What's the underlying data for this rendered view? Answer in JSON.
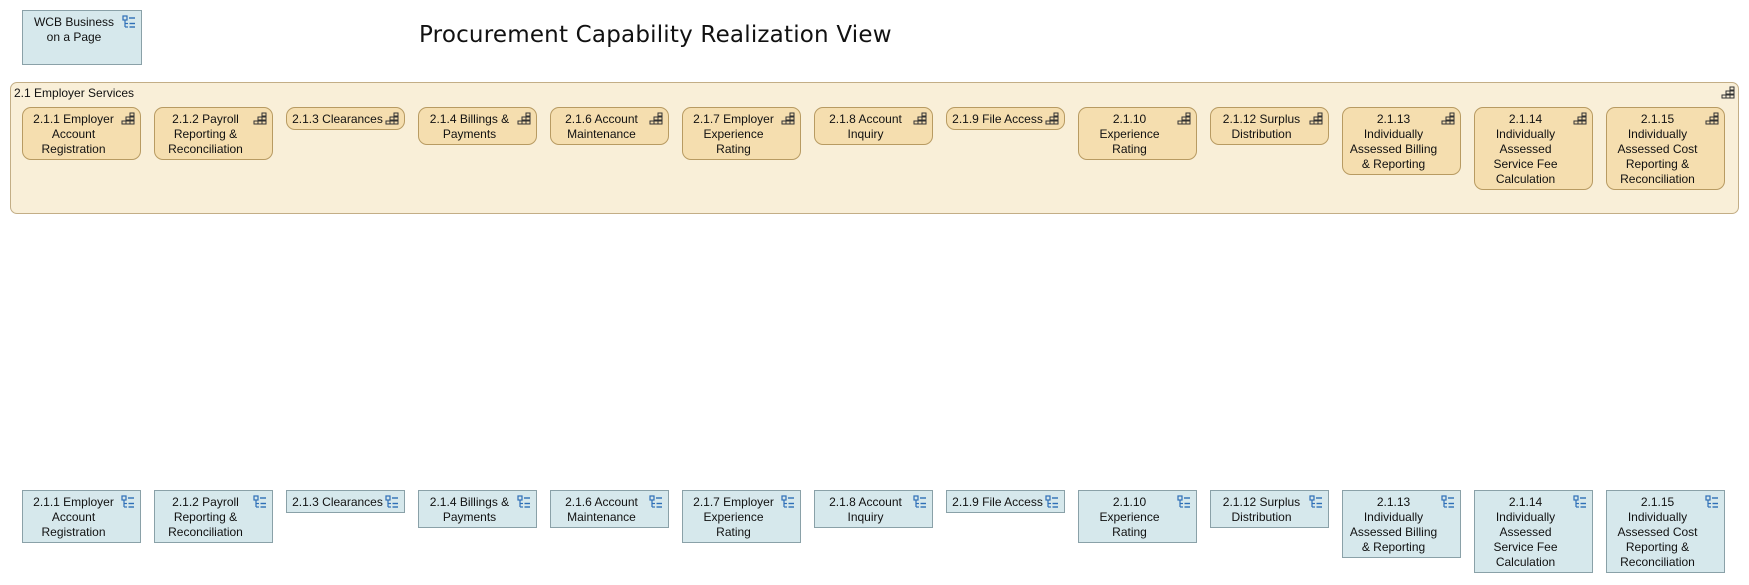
{
  "title": "Procurement Capability Realization View",
  "page_link": {
    "label": "WCB Business on a Page",
    "icon": "process-icon"
  },
  "group": {
    "label": "2.1 Employer Services",
    "icon": "capability-icon"
  },
  "capabilities": [
    {
      "label": "2.1.1 Employer Account Registration",
      "icon": "capability-icon"
    },
    {
      "label": "2.1.2 Payroll Reporting & Reconciliation",
      "icon": "capability-icon"
    },
    {
      "label": "2.1.3 Clearances",
      "icon": "capability-icon"
    },
    {
      "label": "2.1.4 Billings & Payments",
      "icon": "capability-icon"
    },
    {
      "label": "2.1.6 Account Maintenance",
      "icon": "capability-icon"
    },
    {
      "label": "2.1.7 Employer Experience Rating",
      "icon": "capability-icon"
    },
    {
      "label": "2.1.8 Account Inquiry",
      "icon": "capability-icon"
    },
    {
      "label": "2.1.9 File Access",
      "icon": "capability-icon"
    },
    {
      "label": "2.1.10 Experience Rating",
      "icon": "capability-icon"
    },
    {
      "label": "2.1.12 Surplus Distribution",
      "icon": "capability-icon"
    },
    {
      "label": "2.1.13 Individually Assessed Billing & Reporting",
      "icon": "capability-icon"
    },
    {
      "label": "2.1.14 Individually Assessed Service Fee Calculation",
      "icon": "capability-icon"
    },
    {
      "label": "2.1.15 Individually Assessed Cost Reporting & Reconciliation",
      "icon": "capability-icon"
    }
  ],
  "processes": [
    {
      "label": "2.1.1 Employer Account Registration",
      "icon": "process-icon"
    },
    {
      "label": "2.1.2 Payroll Reporting & Reconciliation",
      "icon": "process-icon"
    },
    {
      "label": "2.1.3 Clearances",
      "icon": "process-icon"
    },
    {
      "label": "2.1.4 Billings & Payments",
      "icon": "process-icon"
    },
    {
      "label": "2.1.6 Account Maintenance",
      "icon": "process-icon"
    },
    {
      "label": "2.1.7 Employer Experience Rating",
      "icon": "process-icon"
    },
    {
      "label": "2.1.8 Account Inquiry",
      "icon": "process-icon"
    },
    {
      "label": "2.1.9 File Access",
      "icon": "process-icon"
    },
    {
      "label": "2.1.10 Experience Rating",
      "icon": "process-icon"
    },
    {
      "label": "2.1.12 Surplus Distribution",
      "icon": "process-icon"
    },
    {
      "label": "2.1.13 Individually Assessed Billing & Reporting",
      "icon": "process-icon"
    },
    {
      "label": "2.1.14 Individually Assessed Service Fee Calculation",
      "icon": "process-icon"
    },
    {
      "label": "2.1.15 Individually Assessed Cost Reporting & Reconciliation",
      "icon": "process-icon"
    }
  ],
  "colors": {
    "capability_fill": "#f5deaf",
    "group_fill": "#f9efd8",
    "process_fill": "#d6e8ec",
    "process_icon": "#2e6fb7"
  }
}
